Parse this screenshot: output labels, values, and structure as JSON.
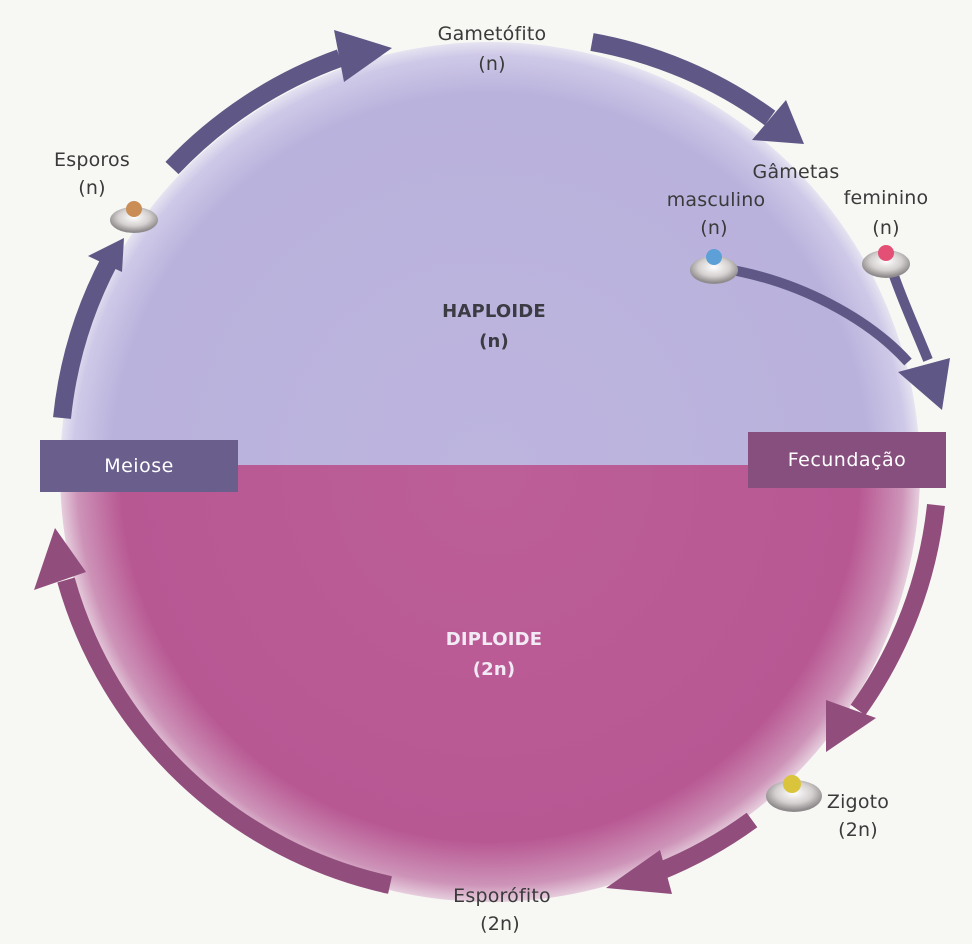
{
  "regions": {
    "haploid": {
      "title": "HAPLOIDE",
      "ploidy": "(n)"
    },
    "diploid": {
      "title": "DIPLOIDE",
      "ploidy": "(2n)"
    }
  },
  "stages": {
    "gametophyte": {
      "name": "Gametófito",
      "ploidy": "(n)"
    },
    "spores": {
      "name": "Esporos",
      "ploidy": "(n)"
    },
    "gametes": {
      "name": "Gâmetas"
    },
    "male_gamete": {
      "name": "masculino",
      "ploidy": "(n)"
    },
    "female_gamete": {
      "name": "feminino",
      "ploidy": "(n)"
    },
    "zygote": {
      "name": "Zigoto",
      "ploidy": "(2n)"
    },
    "sporophyte": {
      "name": "Esporófito",
      "ploidy": "(2n)"
    }
  },
  "processes": {
    "meiosis": "Meiose",
    "fertilization": "Fecundação"
  },
  "colors": {
    "haploid_fill": "#bbb3dd",
    "diploid_fill": "#bb5b96",
    "haploid_arrow": "#5f5886",
    "diploid_arrow": "#914d7c",
    "meiosis_box": "#6a5f8c",
    "fertilization_box": "#874f7e",
    "spore_dot": "#c98d55",
    "male_dot": "#5d9fd7",
    "female_dot": "#e34f75",
    "zygote_dot": "#d9c43c"
  }
}
